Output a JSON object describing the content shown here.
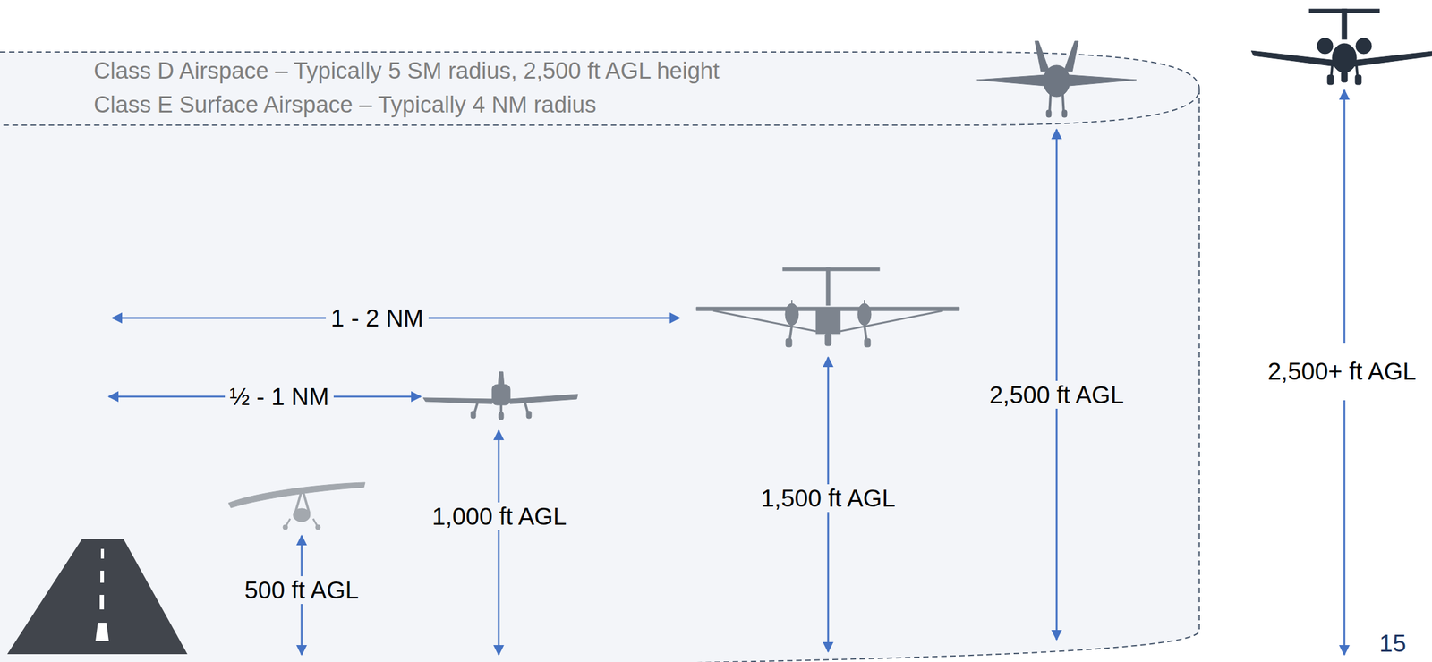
{
  "diagram": {
    "labels": [
      "Class D Airspace – Typically 5 SM radius, 2,500 ft AGL height",
      "Class E Surface Airspace – Typically 4 NM radius",
      "1 - 2 NM",
      "½ - 1 NM",
      "500 ft AGL",
      "1,000 ft AGL",
      "1,500 ft AGL",
      "2,500 ft AGL",
      "2,500+ ft AGL",
      "15"
    ]
  }
}
